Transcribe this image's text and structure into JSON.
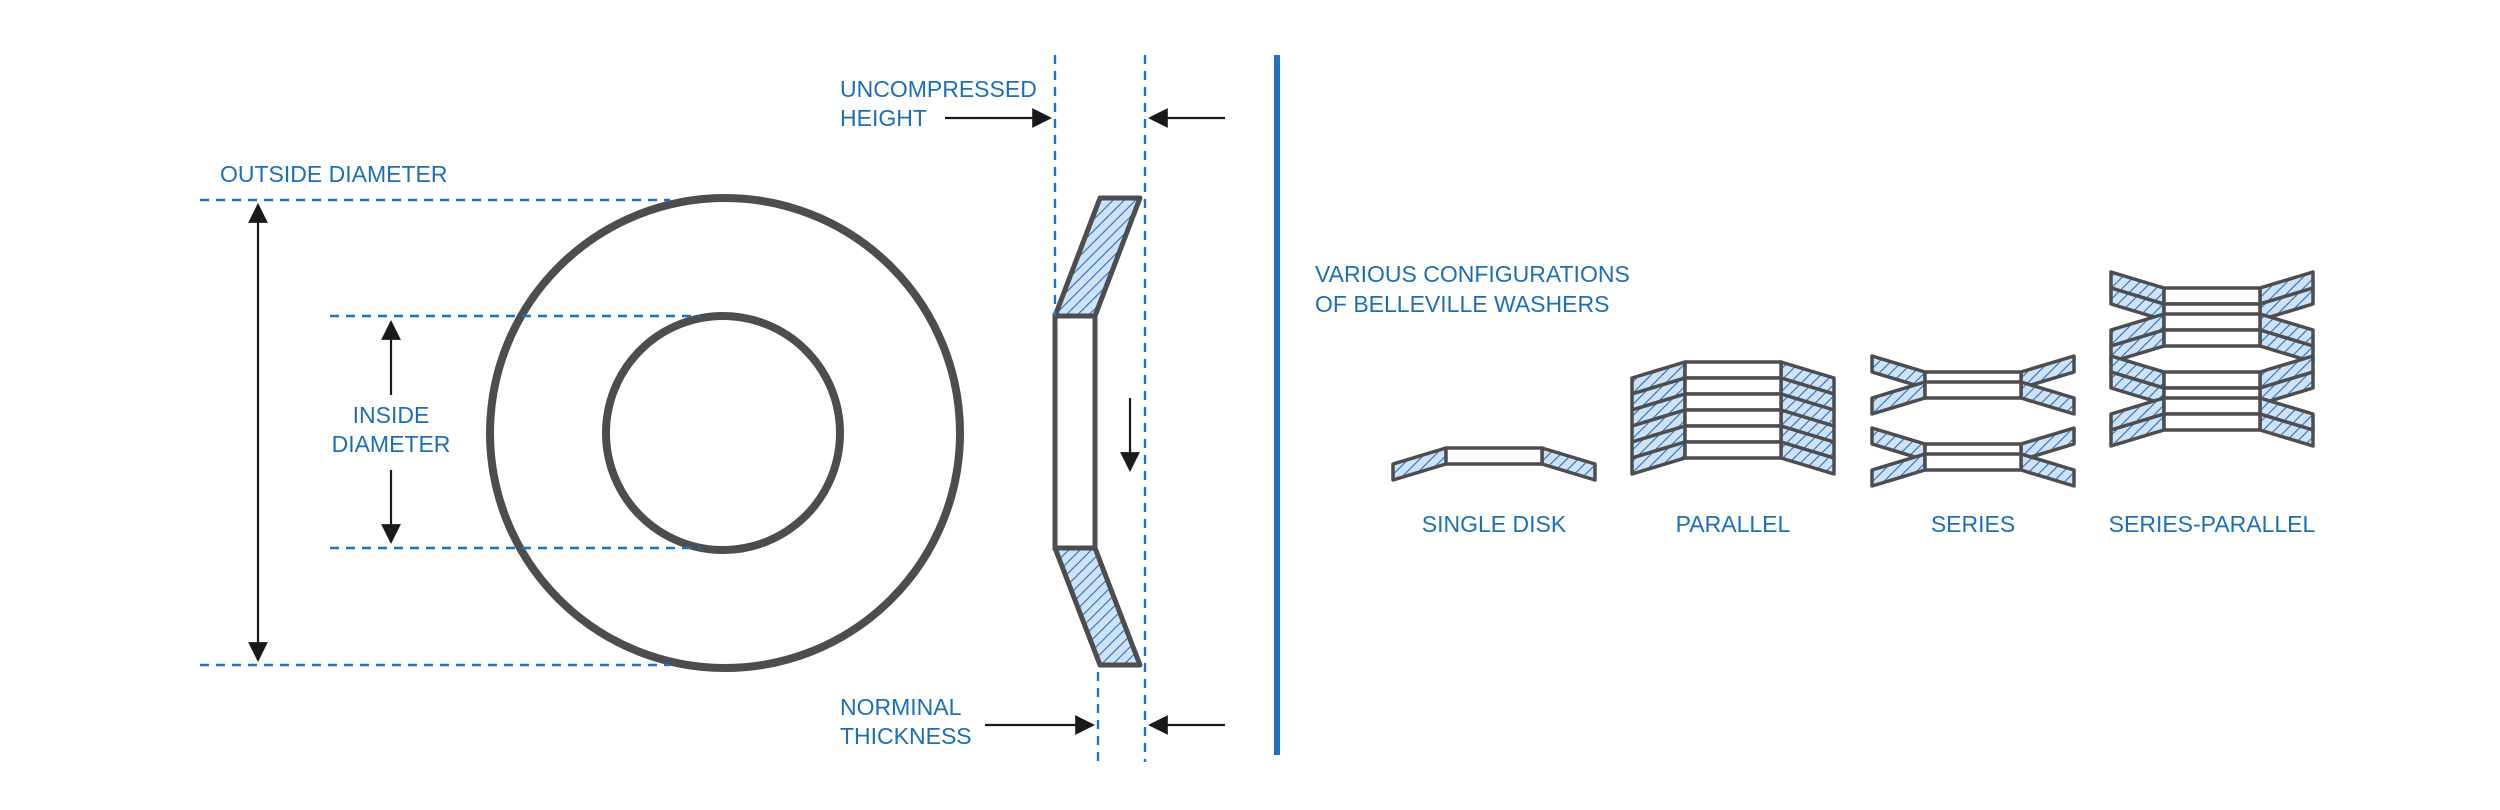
{
  "labels": {
    "outside_diameter": "OUTSIDE DIAMETER",
    "inside_diameter_line1": "INSIDE",
    "inside_diameter_line2": "DIAMETER",
    "uncompressed_height_line1": "UNCOMPRESSED",
    "uncompressed_height_line2": "HEIGHT",
    "nominal_thickness_line1": "NORMINAL",
    "nominal_thickness_line2": "THICKNESS",
    "configurations_title_line1": "VARIOUS CONFIGURATIONS",
    "configurations_title_line2": "OF BELLEVILLE WASHERS"
  },
  "configurations": [
    {
      "label": "SINGLE DISK"
    },
    {
      "label": "PARALLEL"
    },
    {
      "label": "SERIES"
    },
    {
      "label": "SERIES-PARALLEL"
    }
  ],
  "colors": {
    "accent_blue": "#1f73c4",
    "label_blue": "#1d6fb8",
    "hatch_fill": "#cfe1f3",
    "outline_gray": "#4d4d4f",
    "arrow_black": "#1a1a1a"
  }
}
